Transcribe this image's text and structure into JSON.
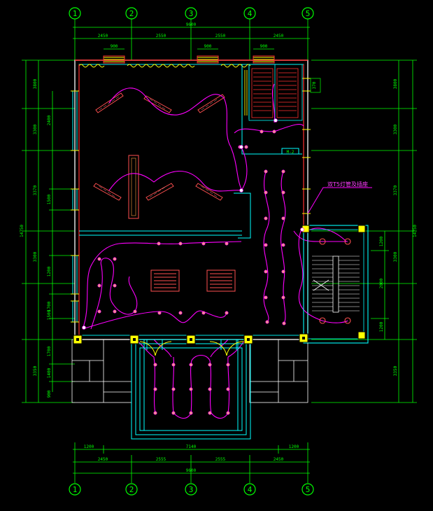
{
  "axes": {
    "top": [
      "1",
      "2",
      "3",
      "4",
      "5"
    ],
    "bottom": [
      "1",
      "2",
      "3",
      "4",
      "5"
    ]
  },
  "dims": {
    "top_segments": [
      "2450",
      "2550",
      "2550",
      "2450"
    ],
    "top_total": "9600",
    "top_windows": [
      "900",
      "900",
      "900"
    ],
    "bottom_segments": [
      "2450",
      "2555",
      "2555",
      "2450"
    ],
    "bottom_total": "9600",
    "bottom_sub": [
      "1200",
      "7140",
      "1200"
    ],
    "left_outer": [
      "3800",
      "3300",
      "3370",
      "3300",
      "3350"
    ],
    "left_total": "14750",
    "left_inner": [
      "2400",
      "1500",
      "1200",
      "1700",
      "1500",
      "1700",
      "1400",
      "900"
    ],
    "right_outer": [
      "3800",
      "3300",
      "3370",
      "3300",
      "3350"
    ],
    "right_total": "14750",
    "right_inner": [
      "1200",
      "2000",
      "1200"
    ],
    "stair_dim": "370",
    "door_label": "M-2"
  },
  "annotation": "双T5灯管及插座",
  "colors": {
    "background": "#000000",
    "dimension": "#00ff00",
    "wall": "#ffffff",
    "wall_inner": "#00ffff",
    "window": "#ffff00",
    "wiring": "#ff00ff",
    "fixture": "#ff5050",
    "column": "#ffff00"
  }
}
